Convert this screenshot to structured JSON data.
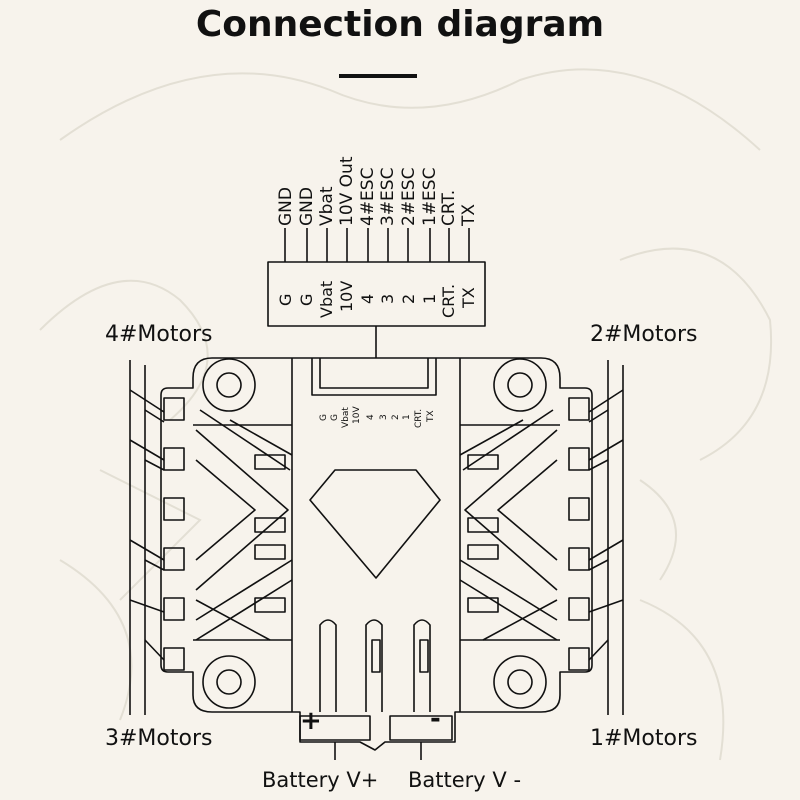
{
  "title": "Connection diagram",
  "connector_labels": [
    "GND",
    "GND",
    "Vbat",
    "10V Out",
    "4#ESC",
    "3#ESC",
    "2#ESC",
    "1#ESC",
    "CRT.",
    "TX"
  ],
  "plug_labels": [
    "G",
    "G",
    "Vbat",
    "10V",
    "4",
    "3",
    "2",
    "1",
    "CRT.",
    "TX"
  ],
  "board_labels": [
    "G",
    "G",
    "Vbat",
    "10V",
    "4",
    "3",
    "2",
    "1",
    "CRT.",
    "TX"
  ],
  "motors": {
    "top_left": "4#Motors",
    "top_right": "2#Motors",
    "bottom_left": "3#Motors",
    "bottom_right": "1#Motors"
  },
  "battery": {
    "positive_label": "Battery V+",
    "negative_label": "Battery V -",
    "plus_sign": "+",
    "minus_sign": "-"
  },
  "colors": {
    "line": "#111111",
    "background": "#f7f3ec",
    "watermark": "#e6e2d8"
  }
}
